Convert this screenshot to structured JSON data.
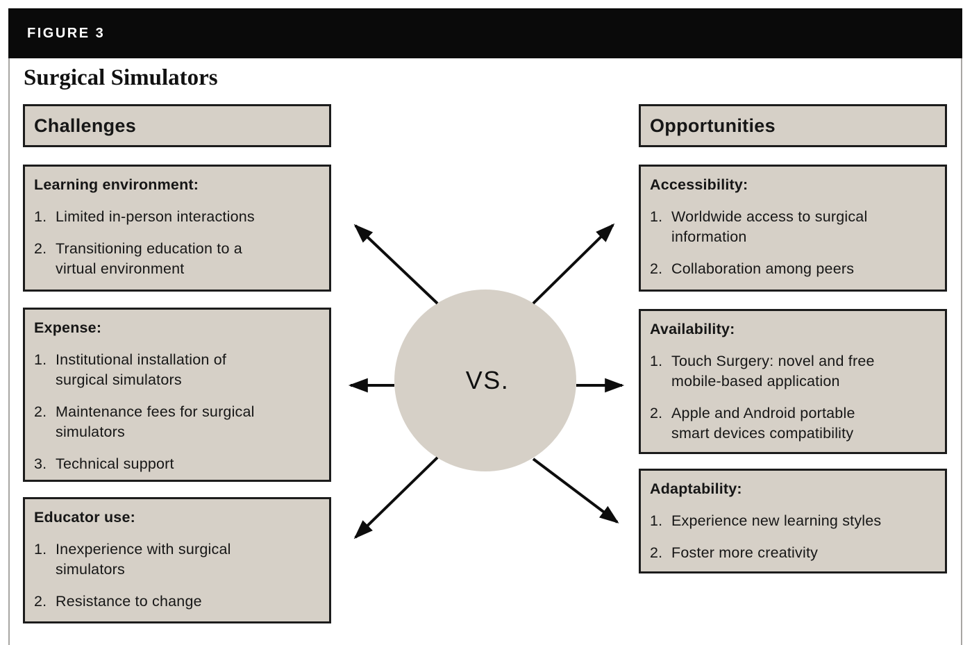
{
  "figure": {
    "label": "FIGURE 3",
    "title": "Surgical Simulators"
  },
  "center": {
    "label": "VS."
  },
  "left": {
    "header": "Challenges",
    "boxes": [
      {
        "heading": "Learning environment:",
        "items": [
          {
            "n": "1.",
            "text": "Limited in-person interactions"
          },
          {
            "n": "2.",
            "text": "Transitioning education to a\nvirtual environment"
          }
        ]
      },
      {
        "heading": "Expense:",
        "items": [
          {
            "n": "1.",
            "text": "Institutional installation of\nsurgical simulators"
          },
          {
            "n": "2.",
            "text": "Maintenance fees for surgical\nsimulators"
          },
          {
            "n": "3.",
            "text": "Technical support"
          }
        ]
      },
      {
        "heading": "Educator use:",
        "items": [
          {
            "n": "1.",
            "text": "Inexperience with surgical\nsimulators"
          },
          {
            "n": "2.",
            "text": "Resistance to change"
          }
        ]
      }
    ]
  },
  "right": {
    "header": "Opportunities",
    "boxes": [
      {
        "heading": "Accessibility:",
        "items": [
          {
            "n": "1.",
            "text": "Worldwide access to surgical\ninformation"
          },
          {
            "n": "2.",
            "text": "Collaboration among peers"
          }
        ]
      },
      {
        "heading": "Availability:",
        "items": [
          {
            "n": "1.",
            "text": "Touch Surgery: novel and free\nmobile-based application"
          },
          {
            "n": "2.",
            "text": "Apple and Android portable\nsmart devices compatibility"
          }
        ]
      },
      {
        "heading": "Adaptability:",
        "items": [
          {
            "n": "1.",
            "text": "Experience new learning styles"
          },
          {
            "n": "2.",
            "text": "Foster more creativity"
          }
        ]
      }
    ]
  },
  "colors": {
    "box_fill": "#d6d0c7",
    "box_border": "#1c1c1c",
    "bar_bg": "#0a0a0a",
    "arrow": "#0d0d0d",
    "frame_line": "#a8a6a3"
  }
}
